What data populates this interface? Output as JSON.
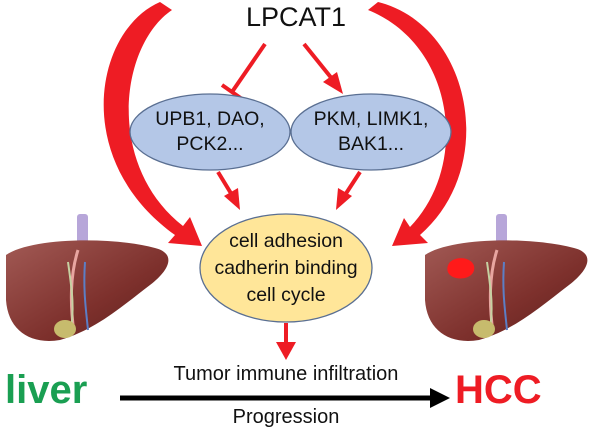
{
  "title": "LPCAT1",
  "left_oval": {
    "line1": "UPB1, DAO,",
    "line2": "PCK2..."
  },
  "right_oval": {
    "line1": "PKM, LIMK1,",
    "line2": "BAK1..."
  },
  "center_oval": {
    "line1": "cell adhesion",
    "line2": "cadherin binding",
    "line3": "cell cycle"
  },
  "arrow_top_label": "Tumor immune infiltration",
  "arrow_bottom_label": "Progression",
  "liver_label": "liver",
  "hcc_label": "HCC",
  "colors": {
    "arrow_red": "#ee1c24",
    "liver_green": "#1a9f52",
    "oval_blue": "#b4c7e7",
    "oval_yellow": "#ffe699",
    "liver_brown": "#8b3a3a"
  }
}
